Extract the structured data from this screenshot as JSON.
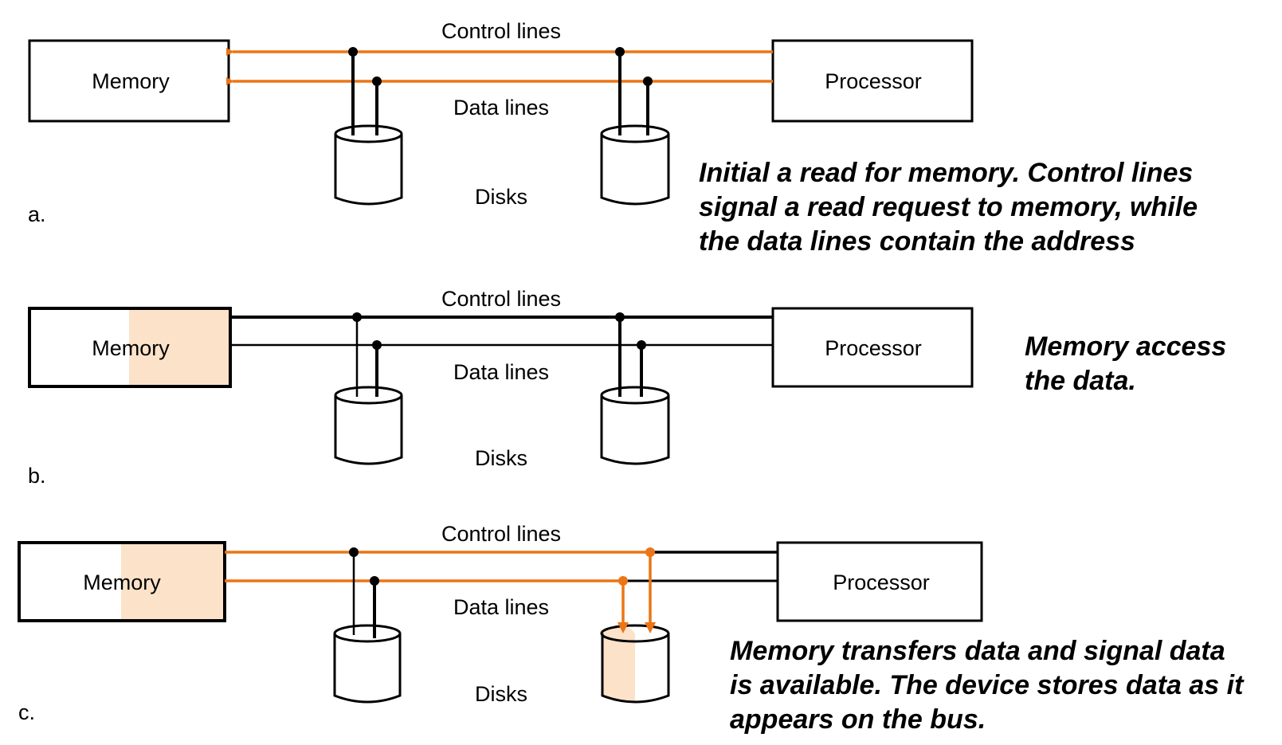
{
  "colors": {
    "active": "#ec7515",
    "inactive": "#000000",
    "highlight": "#fbe2c9",
    "background": "#ffffff"
  },
  "panels": [
    {
      "id": "a",
      "label": "a.",
      "memory_label": "Memory",
      "processor_label": "Processor",
      "control_label": "Control lines",
      "data_label": "Data lines",
      "disks_label": "Disks",
      "memory_highlighted": false,
      "control_line_state": "active",
      "data_line_state": "active",
      "arrows_into_memory": true,
      "disk_highlighted": false,
      "arrows_into_disk": false,
      "caption": [
        "Initial a read for memory. Control lines",
        "signal a read request  to memory, while",
        "the data lines contain the address"
      ]
    },
    {
      "id": "b",
      "label": "b.",
      "memory_label": "Memory",
      "processor_label": "Processor",
      "control_label": "Control lines",
      "data_label": "Data lines",
      "disks_label": "Disks",
      "memory_highlighted": true,
      "control_line_state": "inactive",
      "data_line_state": "inactive",
      "arrows_into_memory": false,
      "disk_highlighted": false,
      "arrows_into_disk": false,
      "caption": [
        "Memory access",
        "the data."
      ]
    },
    {
      "id": "c",
      "label": "c.",
      "memory_label": "Memory",
      "processor_label": "Processor",
      "control_label": "Control lines",
      "data_label": "Data lines",
      "disks_label": "Disks",
      "memory_highlighted": true,
      "control_line_state": "active-to-disk",
      "data_line_state": "active-to-disk",
      "arrows_into_memory": false,
      "disk_highlighted": true,
      "arrows_into_disk": true,
      "caption": [
        "Memory transfers data and signal data",
        "is available. The device stores data as it",
        "appears on the bus."
      ]
    }
  ]
}
